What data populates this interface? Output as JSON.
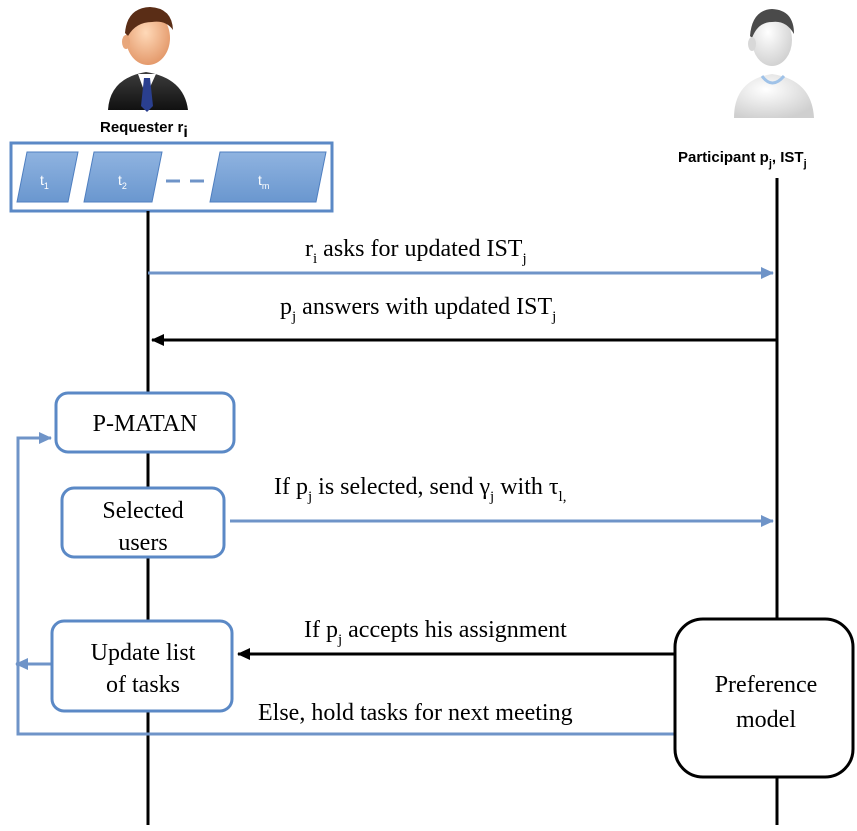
{
  "colors": {
    "blue_arrow": "#6f94c8",
    "black_arrow": "#000000",
    "task_fill": "#7aa3d6",
    "box_border": "#5b89c6"
  },
  "actors": {
    "requester": {
      "icon": "businessman-icon",
      "name": "Requester r",
      "sub": "i"
    },
    "participant": {
      "icon": "user-icon",
      "name": "Participant p",
      "sub1": "j",
      "sep": ", IST",
      "sub2": "j"
    }
  },
  "task_queue": [
    {
      "label": "t",
      "sub": "1"
    },
    {
      "label": "t",
      "sub": "2"
    },
    {
      "label": "t",
      "sub": "m"
    }
  ],
  "messages": {
    "ask": {
      "a": "r",
      "a_sub": "i",
      "b": " asks for updated IST",
      "b_sub": "j"
    },
    "answer": {
      "a": "p",
      "a_sub": "j",
      "b": " answers with updated IST",
      "b_sub": "j"
    },
    "select": {
      "a": "If p",
      "a_sub": "j",
      "b": " is selected, send γ",
      "b_sub": "j",
      "c": " with τ",
      "c_sub": "l,"
    },
    "accept": {
      "a": "If p",
      "a_sub": "j",
      "b": " accepts his assignment"
    },
    "else": {
      "text": "Else, hold tasks for next meeting"
    }
  },
  "boxes": {
    "pmatan": "P-MATAN",
    "selected": [
      "Selected",
      "users"
    ],
    "update": [
      "Update list",
      "of tasks"
    ],
    "preference": [
      "Preference",
      "model"
    ]
  }
}
